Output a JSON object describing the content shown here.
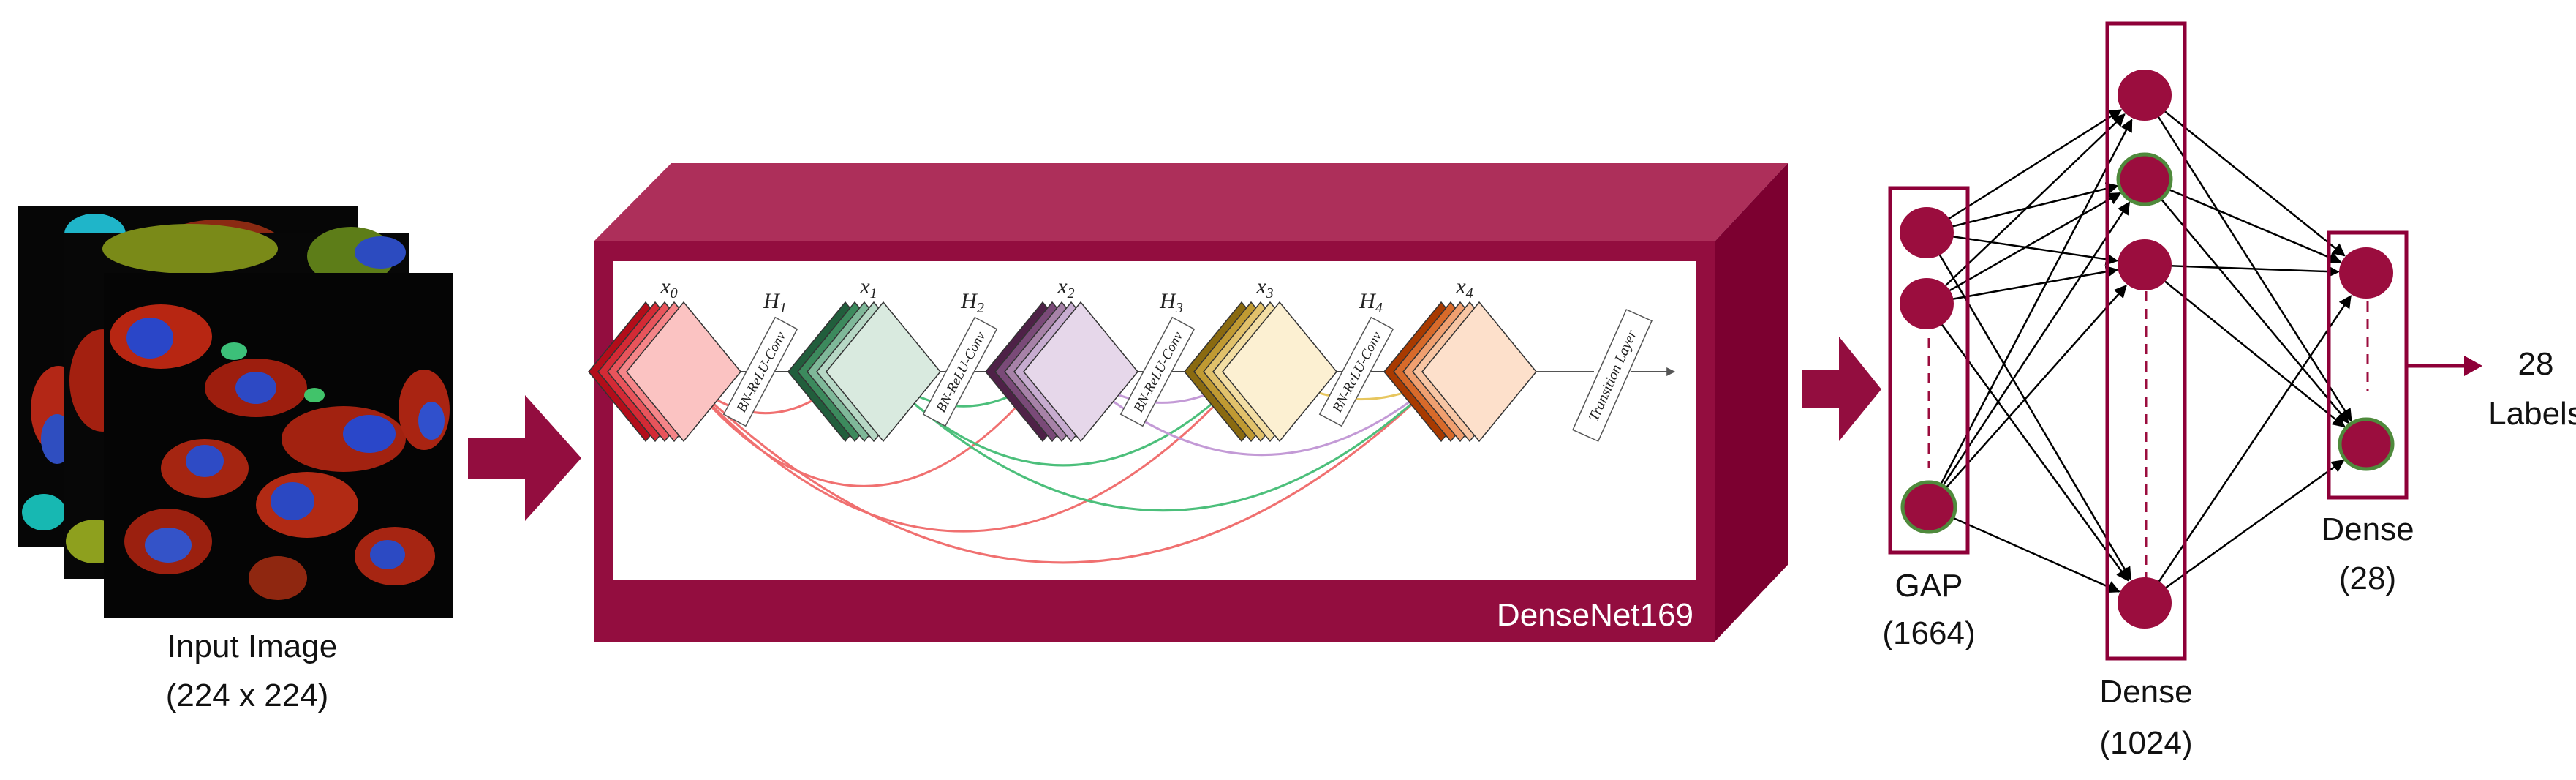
{
  "colors": {
    "accent": "#8e0038",
    "box_top": "#ad2f5a",
    "box_front": "#930d3f",
    "box_side": "#7c0030",
    "node": "#9b0d3e",
    "node_ring": "#4f8a3c",
    "red_link": "#f07070",
    "green_link": "#4cbf7b",
    "purple_link": "#c39ad6",
    "yellow_link": "#e7c65e",
    "orange_link": "#f0a068",
    "red_blocks": [
      "#b30d1a",
      "#d42a35",
      "#e8545b",
      "#f58588",
      "#fbc3c2"
    ],
    "green_blocks": [
      "#215e3c",
      "#3c8a5d",
      "#7fb899",
      "#b7d8c5",
      "#d9eadf"
    ],
    "purple_blocks": [
      "#4e2147",
      "#7a4a78",
      "#a782a8",
      "#c7acd0",
      "#e6d7ea"
    ],
    "yellow_blocks": [
      "#8a6a10",
      "#c09a32",
      "#e1c16b",
      "#f3dea4",
      "#fcf0d2"
    ],
    "orange_blocks": [
      "#a83a00",
      "#d86a2a",
      "#f0a070",
      "#f8c6a4",
      "#fde0cb"
    ]
  },
  "input": {
    "label_line1": "Input Image",
    "label_line2": "(224 x 224)"
  },
  "backbone": {
    "label": "DenseNet169",
    "blocks": [
      {
        "x_label": "x",
        "x_sub": "0",
        "h_label": "",
        "h_sub": "",
        "conv_label": "BN-ReLU-Conv"
      },
      {
        "x_label": "x",
        "x_sub": "1",
        "h_label": "H",
        "h_sub": "1",
        "conv_label": "BN-ReLU-Conv"
      },
      {
        "x_label": "x",
        "x_sub": "2",
        "h_label": "H",
        "h_sub": "2",
        "conv_label": "BN-ReLU-Conv"
      },
      {
        "x_label": "x",
        "x_sub": "3",
        "h_label": "H",
        "h_sub": "3",
        "conv_label": "BN-ReLU-Conv"
      },
      {
        "x_label": "x",
        "x_sub": "4",
        "h_label": "H",
        "h_sub": "4",
        "conv_label": ""
      }
    ],
    "transition_label": "Transition Layer"
  },
  "gap": {
    "label_line1": "GAP",
    "label_line2": "(1664)"
  },
  "dense1": {
    "label_line1": "Dense",
    "label_line2": "(1024)"
  },
  "dense2": {
    "label_line1": "Dense",
    "label_line2": "(28)"
  },
  "output": {
    "label_line1": "28",
    "label_line2": "Labels"
  }
}
